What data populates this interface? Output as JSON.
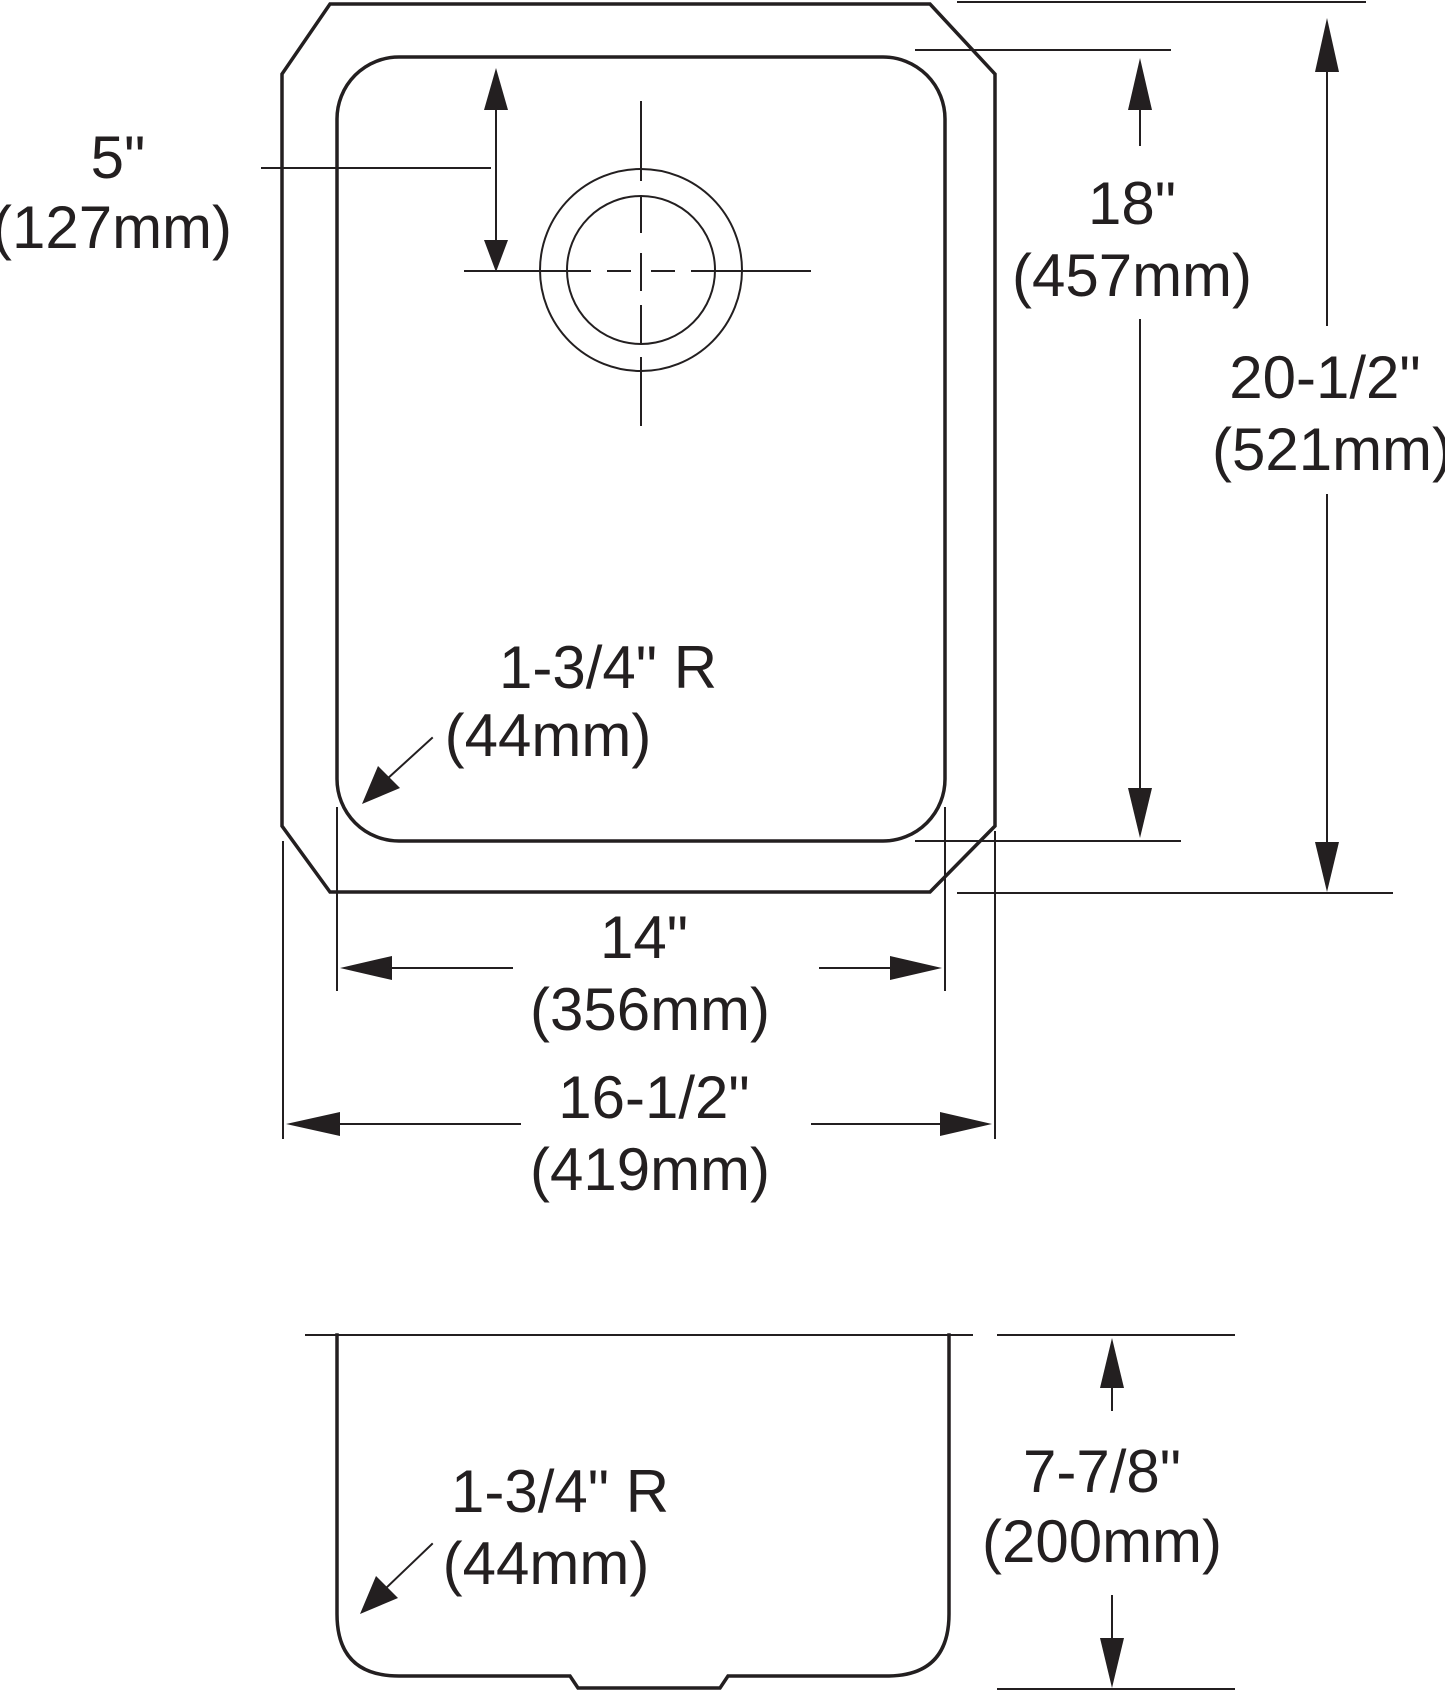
{
  "top_view": {
    "drain_offset": {
      "imperial": "5\"",
      "metric": "(127mm)"
    },
    "bowl_length": {
      "imperial": "18\"",
      "metric": "(457mm)"
    },
    "overall_length": {
      "imperial": "20-1/2\"",
      "metric": "(521mm)"
    },
    "corner_radius": {
      "imperial": "1-3/4\" R",
      "metric": "(44mm)"
    },
    "bowl_width": {
      "imperial": "14\"",
      "metric": "(356mm)"
    },
    "overall_width": {
      "imperial": "16-1/2\"",
      "metric": "(419mm)"
    }
  },
  "side_view": {
    "corner_radius": {
      "imperial": "1-3/4\" R",
      "metric": "(44mm)"
    },
    "depth": {
      "imperial": "7-7/8\"",
      "metric": "(200mm)"
    }
  },
  "colors": {
    "line": "#231f20",
    "background": "#ffffff"
  }
}
